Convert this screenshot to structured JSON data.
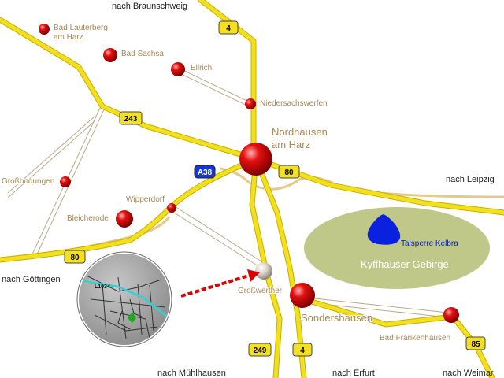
{
  "colors": {
    "road_yellow": "#f2df1e",
    "road_casing": "#c8b000",
    "road_tan": "#e6c98a",
    "minor_road": "#bca98a",
    "region_fill": "#bfc888",
    "lake_blue": "#0a22e0",
    "city_red": "#d40000",
    "shield_yellow": "#f4e020",
    "a38_blue": "#1236d8",
    "label_tan": "#a58a57",
    "dashed_arrow": "#d90000",
    "inset_bg": "#a8a8a8"
  },
  "icons": {
    "city_marker": "red-sphere",
    "destination_marker": "white-sphere",
    "lake": "blue-drop",
    "inset": "circular-detail-map"
  },
  "directions": {
    "braunschweig": "nach Braunschweig",
    "leipzig": "nach Leipzig",
    "goettingen": "nach Göttingen",
    "muehlhausen": "nach Mühlhausen",
    "erfurt": "nach Erfurt",
    "weimar": "nach Weimar"
  },
  "towns": {
    "bad_lauterberg_line1": "Bad Lauterberg",
    "bad_lauterberg_line2": "am Harz",
    "bad_sachsa": "Bad Sachsa",
    "ellrich": "Ellrich",
    "niedersachswerfen": "Niedersachswerfen",
    "nordhausen_line1": "Nordhausen",
    "nordhausen_line2": "am Harz",
    "grossbodungen": "Großbodungen",
    "wipperdorf": "Wipperdorf",
    "bleicherode": "Bleicherode",
    "grosswerther": "Großwerther",
    "sondershausen": "Sondershausen",
    "bad_frankenhausen": "Bad Frankenhausen"
  },
  "roads": {
    "b4_north": "4",
    "b243": "243",
    "a38": "A38",
    "b80_east": "80",
    "b80_west": "80",
    "b249": "249",
    "b4_south": "4",
    "b85": "85"
  },
  "features": {
    "lake": "Talsperre Kelbra",
    "region": "Kyffhäuser Gebirge"
  },
  "inset": {
    "road_label": "L1034"
  }
}
